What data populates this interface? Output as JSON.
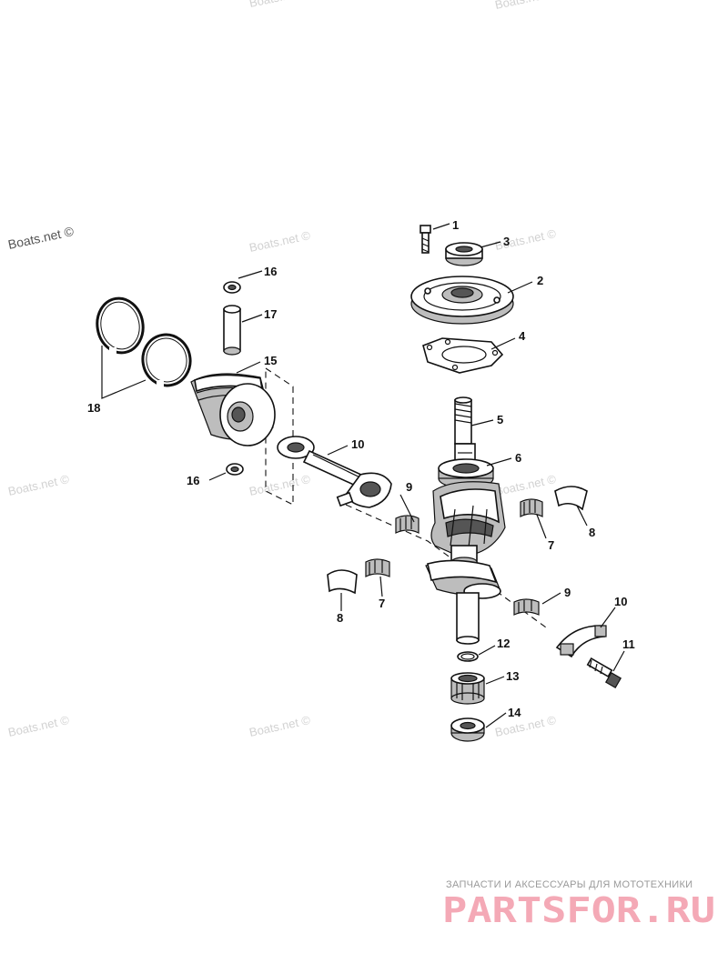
{
  "watermark": "Boats.net ©",
  "footer": {
    "tagline": "ЗАПЧАСТИ И АКСЕССУАРЫ ДЛЯ МОТОТЕХНИКИ",
    "logo": "PARTSFOR.RU"
  },
  "callouts": {
    "c1": "1",
    "c2": "2",
    "c3": "3",
    "c4": "4",
    "c5": "5",
    "c6": "6",
    "c7a": "7",
    "c7b": "7",
    "c8a": "8",
    "c8b": "8",
    "c9a": "9",
    "c9b": "9",
    "c10a": "10",
    "c10b": "10",
    "c11": "11",
    "c12": "12",
    "c13": "13",
    "c14": "14",
    "c15": "15",
    "c16a": "16",
    "c16b": "16",
    "c17": "17",
    "c18": "18"
  },
  "colors": {
    "line": "#111111",
    "watermark": "#d2d2d2",
    "logo": "#f4a9b6"
  }
}
